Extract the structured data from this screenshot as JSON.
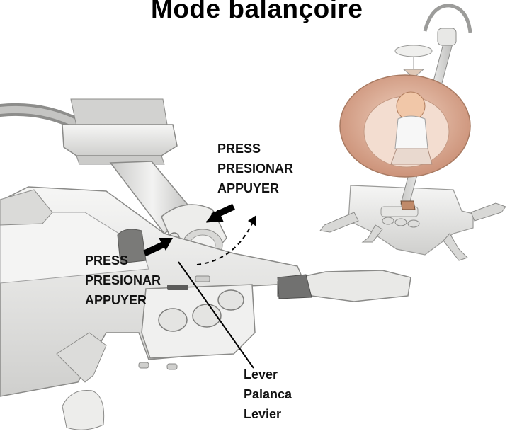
{
  "title": "Mode balançoire",
  "callouts": {
    "press_right": {
      "lines": [
        "PRESS",
        "PRESIONAR",
        "APPUYER"
      ]
    },
    "press_left": {
      "lines": [
        "PRESS",
        "PRESIONAR",
        "APPUYER"
      ]
    },
    "lever": {
      "lines": [
        "Lever",
        "Palanca",
        "Levier"
      ]
    }
  },
  "colors": {
    "plastic": "#e8e8e6",
    "plastic_shade": "#bdbdbb",
    "seat_fabric": "#d9a68c",
    "arrow": "#000000"
  },
  "icons": [
    "press-arrow-icon",
    "rotation-arrow-icon"
  ]
}
